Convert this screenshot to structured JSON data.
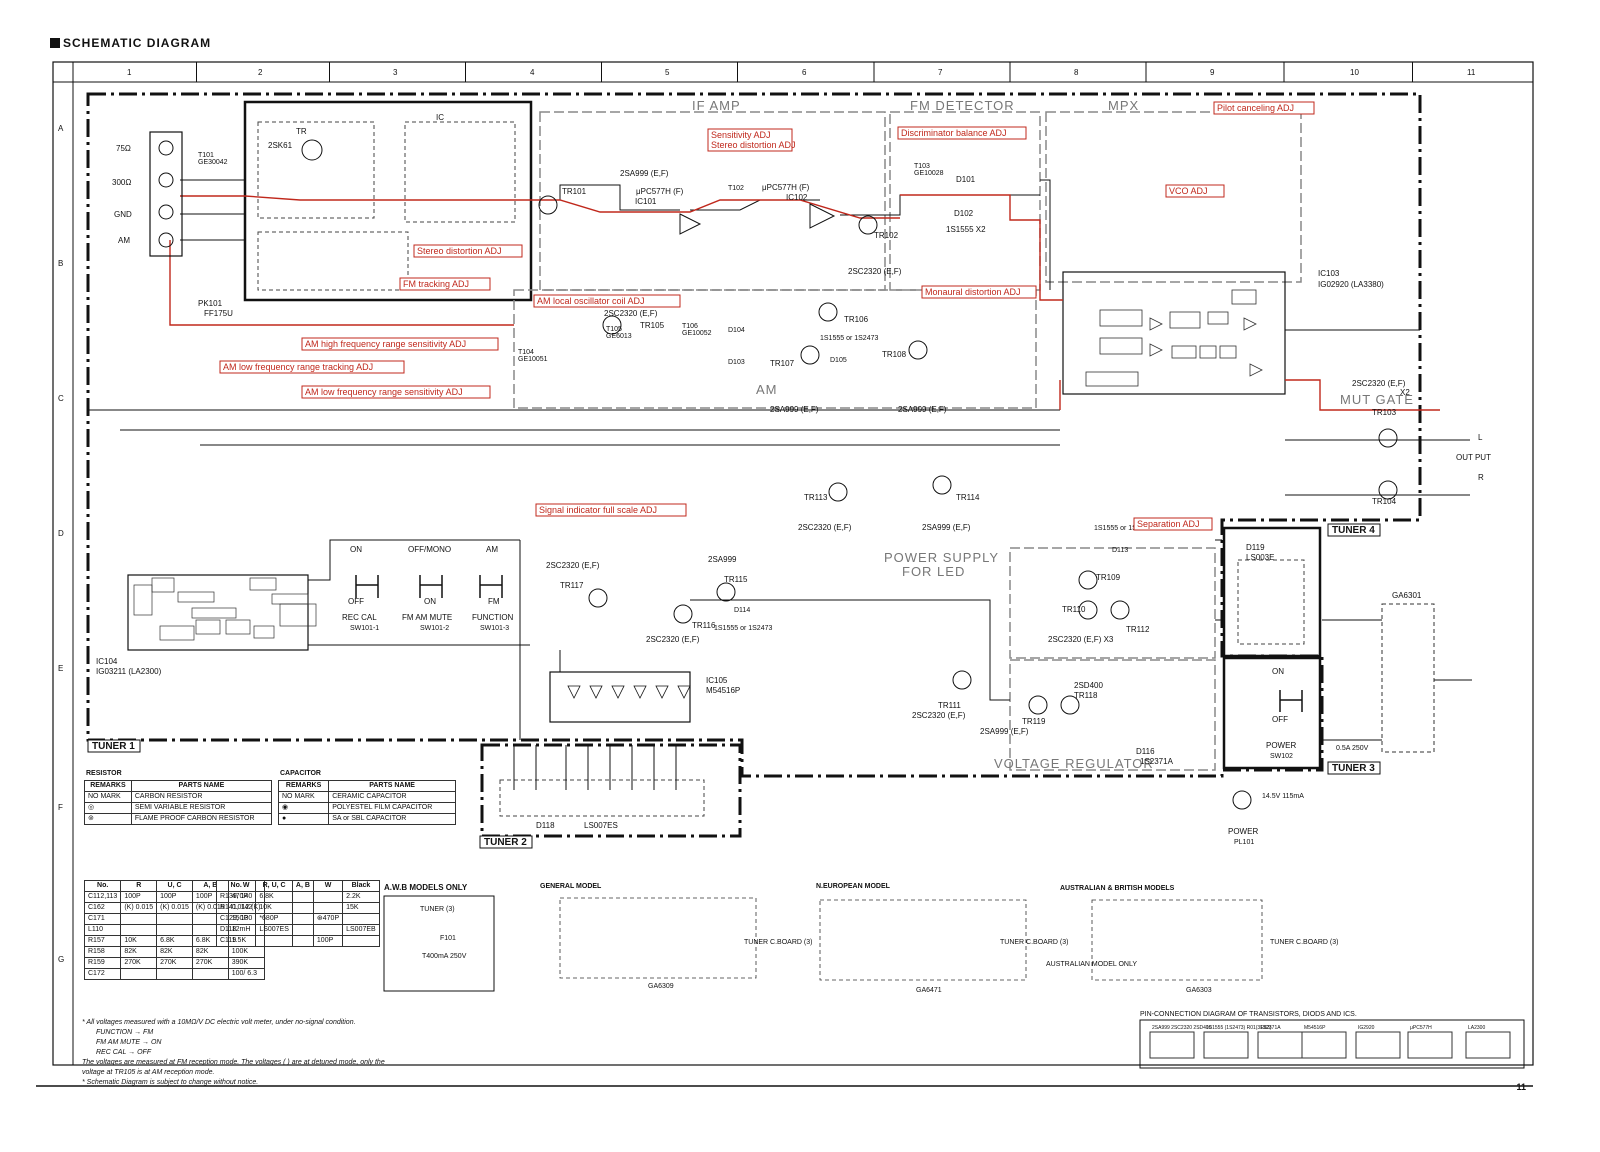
{
  "title": "SCHEMATIC DIAGRAM",
  "page_number": "11",
  "ruler": {
    "columns": [
      "1",
      "2",
      "3",
      "4",
      "5",
      "6",
      "7",
      "8",
      "9",
      "10",
      "11"
    ],
    "rows": [
      "A",
      "B",
      "C",
      "D",
      "E",
      "F",
      "G"
    ]
  },
  "sections": {
    "if_amp": "IF AMP",
    "fm_detector": "FM DETECTOR",
    "mpx": "MPX",
    "am": "AM",
    "mut_gate": "MUT GATE",
    "power_supply": [
      "POWER SUPPLY",
      "FOR LED"
    ],
    "voltage_regulator": "VOLTAGE REGULATOR"
  },
  "blocks": {
    "tuner_1": "TUNER 1",
    "tuner_2": "TUNER 2",
    "tuner_3": "TUNER 3",
    "tuner_4": "TUNER 4"
  },
  "antenna": {
    "terminals": [
      "75Ω",
      "300Ω",
      "GND",
      "AM"
    ],
    "t101": "T101",
    "t101_part": "GE30042",
    "pk101": "PK101",
    "pk101_part": "FF175U",
    "tr": "TR",
    "tr_part": "2SK61",
    "ic": "IC"
  },
  "components": {
    "tr101": "TR101",
    "tr101_type": "2SA999 (E,F)",
    "ic101": "IC101",
    "ic101_type": "μPC577H (F)",
    "ic102": "IC102",
    "ic102_type": "μPC577H (F)",
    "t102": "T102",
    "t103": "T103",
    "t103_part": "GE10028",
    "tr102": "TR102",
    "tr102_type": "2SC2320 (E,F)",
    "d101": "D101",
    "d102": "D102",
    "d102_type": "1S1555 X2",
    "ic103": "IC103",
    "ic103_type": "IG02920 (LA3380)",
    "tr103": "TR103",
    "tr104": "TR104",
    "tr103_type": "2SC2320 (E,F)",
    "x2": "X2",
    "output_l": "L",
    "output_label": "OUT PUT",
    "output_r": "R",
    "tr105": "TR105",
    "tr105_type": "2SC2320 (E,F)",
    "tr106": "TR106",
    "tr107": "TR107",
    "tr107_type": "2SA999 (E,F)",
    "tr108": "TR108",
    "tr108_type": "2SA999 (E,F)",
    "d103": "D103",
    "d104": "D104",
    "d105": "D105",
    "d105_type": "1S1555 or 1S2473",
    "t104": "T104",
    "t104_part": "GE10051",
    "t105": "T105",
    "t105_part": "GE6013",
    "t106": "T106",
    "t106_part": "GE10052",
    "tr113": "TR113",
    "tr114": "TR114",
    "tr113_type": "2SC2320 (E,F)",
    "tr114_type": "2SA999 (E,F)",
    "ic104": "IC104",
    "ic104_type": "IG03211 (LA2300)",
    "sw_rec_cal": "REC CAL",
    "sw_rec_cal_id": "SW101-1",
    "sw_fm_am_mute": "FM AM MUTE",
    "sw_fm_am_mute_id": "SW101-2",
    "sw_function": "FUNCTION",
    "sw_function_id": "SW101-3",
    "on": "ON",
    "off": "OFF",
    "off_mono": "OFF/MONO",
    "am_pos": "AM",
    "fm_pos": "FM",
    "tr115": "TR115",
    "tr116": "TR116",
    "tr117": "TR117",
    "tr115_type": "2SA999",
    "tr117_type": "2SC2320 (E,F)",
    "tr116_type": "2SC2320 (E,F)",
    "d114": "D114",
    "d114_type": "1S1555 or 1S2473",
    "ic105": "IC105",
    "ic105_type": "M54516P",
    "d118": "D118",
    "d118_type": "LS007ES",
    "tr109": "TR109",
    "tr110": "TR110",
    "tr112": "TR112",
    "tr109_type": "2SC2320 (E,F) X3",
    "d113": "D113",
    "d113_type": "1S1555 or 1S2473",
    "tr111": "TR111",
    "tr111_type": "2SC2320 (E,F)",
    "tr118": "TR118",
    "tr118_type": "2SD400",
    "tr119": "TR119",
    "tr119_type": "2SA999 (E,F)",
    "d116": "D116",
    "d116_type": "1S2371A",
    "d119": "D119",
    "d119_type": "LS003E",
    "ga6301": "GA6301",
    "power": "POWER",
    "power_sw": "SW102",
    "power_lamp": "PL101",
    "power_lamp_rating": "14.5V 115mA",
    "fuse": "0.5A 250V"
  },
  "adjustments": [
    "Stereo distortion ADJ",
    "FM tracking ADJ",
    "AM local oscillator coil ADJ",
    "AM high frequency range sensitivity ADJ",
    "AM low frequency range tracking ADJ",
    "AM low frequency range sensitivity ADJ",
    "Sensitivity ADJ",
    "Stereo distortion ADJ",
    "Discriminator balance ADJ",
    "Monaural distortion ADJ",
    "Pilot canceling ADJ",
    "VCO ADJ",
    "Separation ADJ",
    "Signal indicator full scale ADJ"
  ],
  "legend_resistor": {
    "caption": "RESISTOR",
    "headers": [
      "REMARKS",
      "PARTS NAME"
    ],
    "rows": [
      [
        "NO MARK",
        "CARBON RESISTOR"
      ],
      [
        "◎",
        "SEMI VARIABLE RESISTOR"
      ],
      [
        "⊚",
        "FLAME PROOF CARBON RESISTOR"
      ]
    ]
  },
  "legend_capacitor": {
    "caption": "CAPACITOR",
    "headers": [
      "REMARKS",
      "PARTS NAME"
    ],
    "rows": [
      [
        "NO MARK",
        "CERAMIC CAPACITOR"
      ],
      [
        "◉",
        "POLYESTEL FILM CAPACITOR"
      ],
      [
        "●",
        "SA or SBL CAPACITOR"
      ]
    ]
  },
  "value_table_1": {
    "headers": [
      "No.",
      "R",
      "U, C",
      "A, B",
      "W"
    ],
    "rows": [
      [
        "C112,113",
        "100P",
        "100P",
        "100P",
        "470P"
      ],
      [
        "C162",
        "(K) 0.015",
        "(K) 0.015",
        "(K) 0.015",
        "0.012 (K)"
      ],
      [
        "C171",
        "",
        "",
        "",
        "150P"
      ],
      [
        "L110",
        "",
        "",
        "",
        "12mH"
      ],
      [
        "R157",
        "10K",
        "6.8K",
        "6.8K",
        "1.5K"
      ],
      [
        "R158",
        "82K",
        "82K",
        "82K",
        "100K"
      ],
      [
        "R159",
        "270K",
        "270K",
        "270K",
        "390K"
      ],
      [
        "C172",
        "",
        "",
        "",
        "100/ 6.3"
      ]
    ]
  },
  "value_table_2": {
    "headers": [
      "No.",
      "R, U, C",
      "A, B",
      "W",
      "Black"
    ],
    "rows": [
      [
        "R139, 140",
        "6.8K",
        "",
        "",
        "2.2K"
      ],
      [
        "R141, 142",
        "10K",
        "",
        "",
        "15K"
      ],
      [
        "C129, 130",
        "*680P",
        "",
        "⊛470P",
        ""
      ],
      [
        "D118",
        "LS007ES",
        "",
        "",
        "LS007EB"
      ],
      [
        "C119",
        "",
        "",
        "100P",
        ""
      ]
    ]
  },
  "models": {
    "awb": "A.W.B MODELS ONLY",
    "awb_tuner": "TUNER (3)",
    "awb_fuse": "F101",
    "awb_fuse_rating": "T400mA 250V",
    "general": "GENERAL MODEL",
    "general_part": "GA6309",
    "n_european": "N.EUROPEAN MODEL",
    "n_european_part": "GA6471",
    "aus_british": "AUSTRALIAN & BRITISH MODELS",
    "aus_part": "GA6303",
    "aus_only": "AUSTRALIAN MODEL ONLY",
    "tuner_c_board": "TUNER C.BOARD (3)"
  },
  "pin_connection": {
    "caption": "PIN-CONNECTION DIAGRAM OF TRANSISTORS, DIODS AND ICS.",
    "parts": [
      "2SA999 2SC2320 2SD400",
      "1S1555 (1S2473) R01(3EB3)",
      "1S2371A",
      "M54516P",
      "IG2920",
      "μPC577H",
      "LA2300"
    ]
  },
  "notes": [
    "* All voltages measured with a 10MΩ/V DC electric volt meter, under no-signal condition.",
    "FUNCTION → FM",
    "FM AM MUTE → ON",
    "REC CAL → OFF",
    "The voltages are measured at FM reception mode. The voltages ( ) are at detuned mode, only the voltage at TR105 is at AM reception mode.",
    "* Schematic Diagram is subject to change without notice."
  ],
  "colors": {
    "ink": "#111111",
    "adjust_red": "#c0281c",
    "dash_gray": "#888888"
  }
}
